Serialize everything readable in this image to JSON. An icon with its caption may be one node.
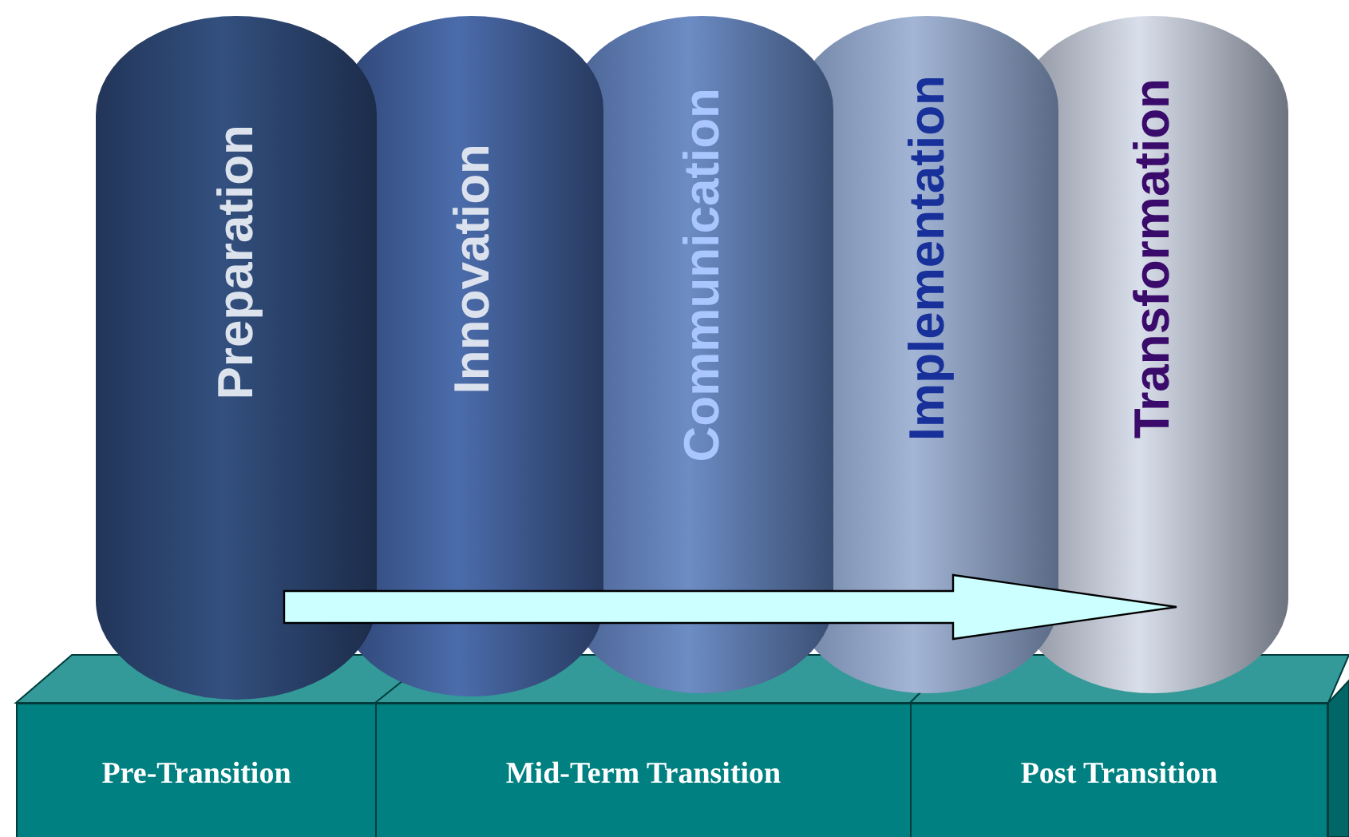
{
  "diagram": {
    "nodes": [
      {
        "text": [
          "Preparation"
        ]
      },
      {
        "text": [
          "Innovation"
        ]
      },
      {
        "text": [
          "Communication"
        ]
      },
      {
        "text": [
          "Implementation"
        ]
      },
      {
        "text": [
          "Transformation"
        ]
      },
      {
        "text": [
          "Pre-Transition"
        ]
      },
      {
        "text": [
          "Mid-Term Transition"
        ]
      },
      {
        "text": [
          "Post Transition"
        ]
      }
    ],
    "edges": [
      {
        "from": 0,
        "to": 4,
        "arrow": "to"
      }
    ]
  }
}
